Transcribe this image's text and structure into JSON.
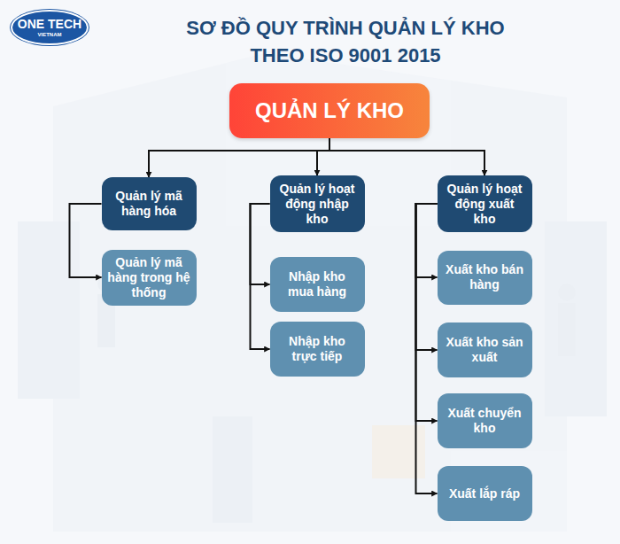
{
  "diagram": {
    "title": "SƠ ĐỒ QUY TRÌNH QUẢN LÝ KHO THEO ISO 9001 2015",
    "nodes": [
      {
        "text": [
          "QUẢN LÝ KHO"
        ]
      },
      {
        "text": [
          "Quản lý mã hàng hóa"
        ]
      },
      {
        "text": [
          "Quản lý mã hàng trong hệ thống"
        ]
      },
      {
        "text": [
          "Quản lý hoạt động nhập kho"
        ]
      },
      {
        "text": [
          "Nhập kho mua hàng"
        ]
      },
      {
        "text": [
          "Nhập kho trực tiếp"
        ]
      },
      {
        "text": [
          "Quản lý hoạt động xuất kho"
        ]
      },
      {
        "text": [
          "Xuất kho bán hàng"
        ]
      },
      {
        "text": [
          "Xuất kho sản xuất"
        ]
      },
      {
        "text": [
          "Xuất chuyển kho"
        ]
      },
      {
        "text": [
          "Xuất lắp ráp"
        ]
      }
    ],
    "edges": [
      {
        "from": 0,
        "to": 1,
        "arrow": "to"
      },
      {
        "from": 0,
        "to": 3,
        "arrow": "to"
      },
      {
        "from": 0,
        "to": 6,
        "arrow": "to"
      },
      {
        "from": 1,
        "to": 2,
        "arrow": "to"
      },
      {
        "from": 3,
        "to": 4,
        "arrow": "to"
      },
      {
        "from": 3,
        "to": 5,
        "arrow": "to"
      },
      {
        "from": 6,
        "to": 7,
        "arrow": "to"
      },
      {
        "from": 6,
        "to": 8,
        "arrow": "to"
      },
      {
        "from": 6,
        "to": 9,
        "arrow": "to"
      },
      {
        "from": 6,
        "to": 10,
        "arrow": "to"
      }
    ],
    "labels": [
      "ONE TECH",
      "VIETNAM"
    ]
  }
}
